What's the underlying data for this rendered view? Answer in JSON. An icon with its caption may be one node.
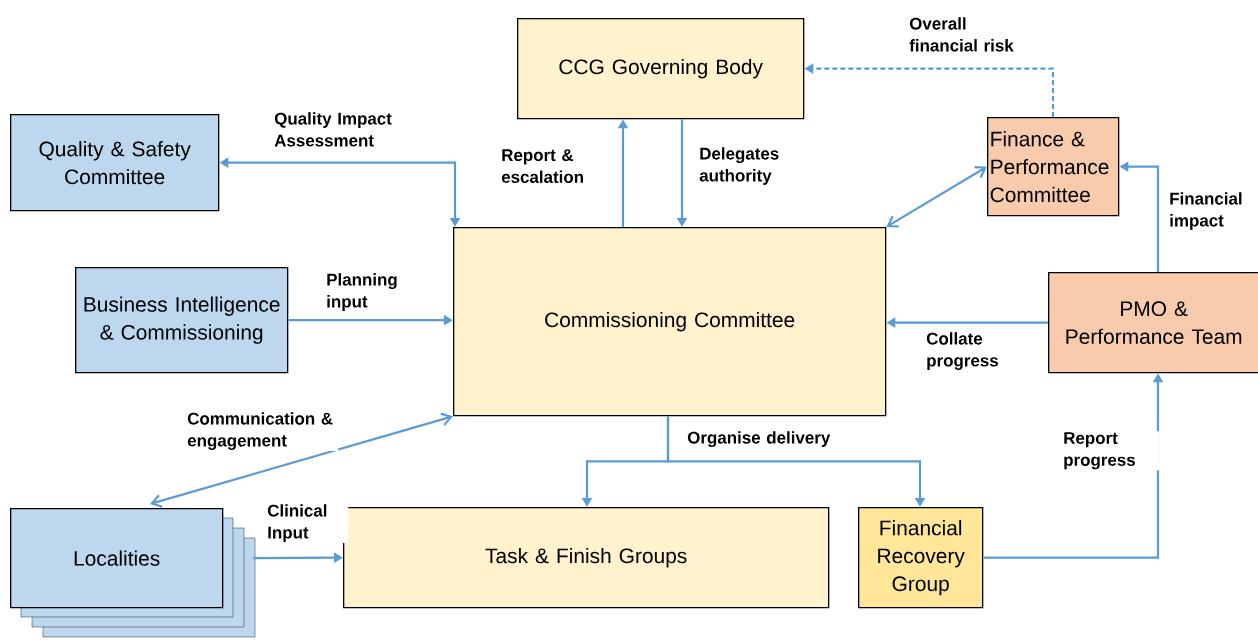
{
  "diagram": {
    "nodes": [
      {
        "text": [
          "CCG Governing Body"
        ]
      },
      {
        "text": [
          "Quality & Safety Committee"
        ]
      },
      {
        "text": [
          "Finance & Performance Committee"
        ]
      },
      {
        "text": [
          "Business Intelligence & Commissioning"
        ]
      },
      {
        "text": [
          "Commissioning Committee"
        ]
      },
      {
        "text": [
          "PMO & Performance Team"
        ]
      },
      {
        "text": [
          "Localities"
        ]
      },
      {
        "text": [
          "Task & Finish Groups"
        ]
      },
      {
        "text": [
          "Financial Recovery Group"
        ]
      }
    ],
    "edges": [
      {
        "from": 4,
        "to": 0,
        "arrow": "to",
        "label": "Report & escalation"
      },
      {
        "from": 0,
        "to": 4,
        "arrow": "to",
        "label": "Delegates authority"
      },
      {
        "from": 2,
        "to": 0,
        "arrow": "to",
        "label": "Overall financial risk",
        "style": "dashed"
      },
      {
        "from": 4,
        "to": 1,
        "arrow": "both",
        "label": "Quality Impact Assessment"
      },
      {
        "from": 3,
        "to": 4,
        "arrow": "to",
        "label": "Planning input"
      },
      {
        "from": 4,
        "to": 2,
        "arrow": "both"
      },
      {
        "from": 5,
        "to": 2,
        "arrow": "to",
        "label": "Financial impact"
      },
      {
        "from": 5,
        "to": 4,
        "arrow": "to",
        "label": "Collate progress"
      },
      {
        "from": 4,
        "to": 6,
        "arrow": "both",
        "label": "Communication & engagement"
      },
      {
        "from": 6,
        "to": 7,
        "arrow": "to",
        "label": "Clinical Input"
      },
      {
        "from": 4,
        "to": 7,
        "arrow": "to",
        "label": "Organise delivery"
      },
      {
        "from": 4,
        "to": 8,
        "arrow": "to"
      },
      {
        "from": 8,
        "to": 5,
        "arrow": "to",
        "label": "Report progress"
      }
    ]
  }
}
